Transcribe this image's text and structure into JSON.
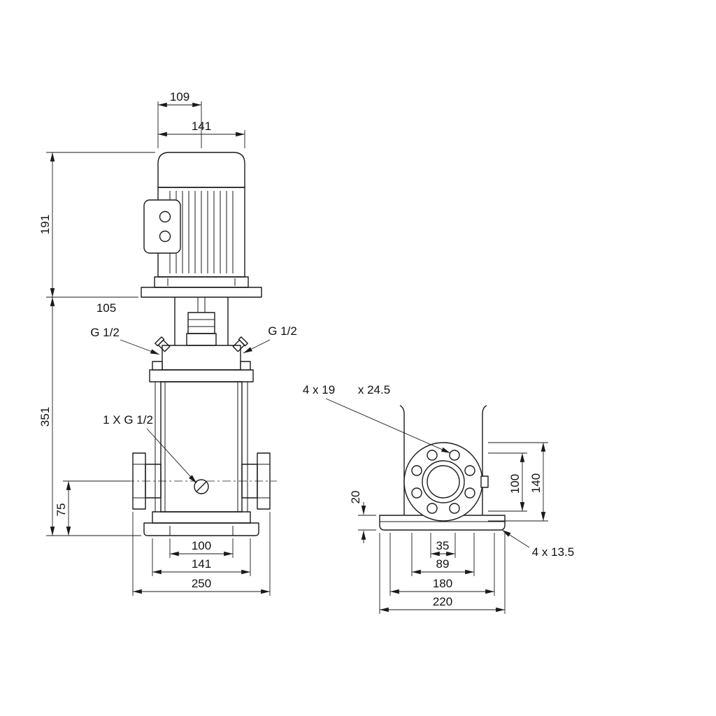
{
  "colors": {
    "line": "#1a1a1a",
    "background": "#ffffff"
  },
  "front_view": {
    "dims": {
      "d109": "109",
      "d141_motor": "141",
      "d191": "191",
      "d105": "105",
      "d351": "351",
      "d75": "75",
      "d100_ports": "100",
      "d141_base": "141",
      "d250_flanges": "250"
    },
    "labels": {
      "g12_left": "G 1/2",
      "g12_right": "G 1/2",
      "drain": "1 X G 1/2"
    }
  },
  "side_view": {
    "dims": {
      "d20": "20",
      "d100": "100",
      "d140": "140",
      "d35": "35",
      "d89": "89",
      "d180": "180",
      "d220": "220"
    },
    "labels": {
      "flange_holes": "4 x 19",
      "flange_counterbore": "x 24.5",
      "base_holes": "4 x 13.5"
    }
  }
}
